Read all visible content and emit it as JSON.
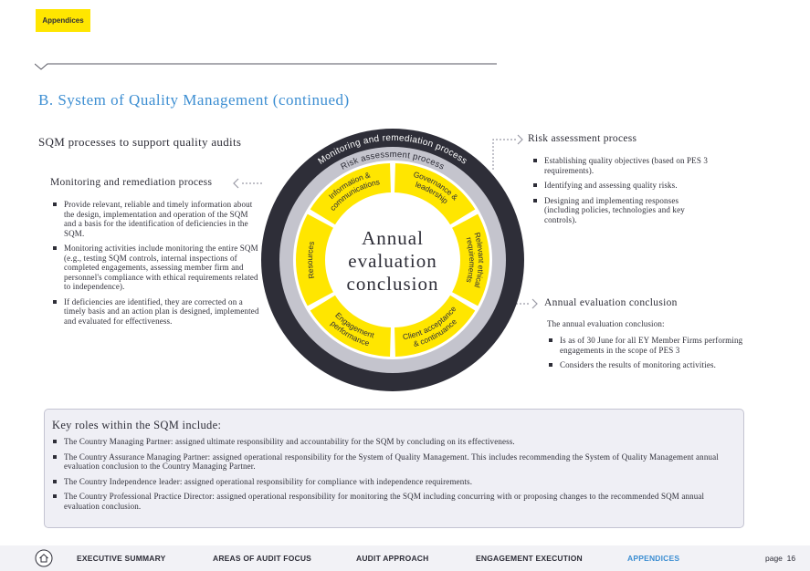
{
  "tag": "Appendices",
  "page_title": "B. System of Quality Management (continued)",
  "sqm_processes_title": "SQM processes to support quality audits",
  "monitoring": {
    "heading": "Monitoring and remediation process",
    "bullets": [
      "Provide relevant, reliable and timely information about the design, implementation and operation of the SQM and a basis for the identification of deficiencies in the SQM.",
      "Monitoring activities include monitoring the entire SQM (e.g., testing SQM controls, internal inspections of completed engagements, assessing member firm and personnel's compliance with ethical requirements related to independence).",
      "If deficiencies are identified, they are corrected on a timely basis and an action plan is designed, implemented and evaluated for effectiveness."
    ]
  },
  "risk_assessment": {
    "heading": "Risk assessment process",
    "bullets": [
      "Establishing quality objectives (based on PES 3 requirements).",
      "Identifying and assessing quality risks.",
      "Designing and implementing responses (including policies, technologies and key controls)."
    ]
  },
  "annual_conclusion": {
    "heading": "Annual evaluation conclusion",
    "intro": "The annual evaluation conclusion:",
    "bullets": [
      "Is as of 30 June for all EY Member Firms performing engagements in the scope of PES 3",
      "Considers the results of monitoring activities."
    ]
  },
  "wheel": {
    "outer_ring": "Monitoring and remediation process",
    "middle_ring": "Risk assessment process",
    "segments": [
      "Governance & leadership",
      "Relevant ethical requirements",
      "Client acceptance & continuance",
      "Engagement performance",
      "Resources",
      "Information & communications"
    ],
    "center": [
      "Annual",
      "evaluation",
      "conclusion"
    ],
    "colors": {
      "outer": "#2e2e38",
      "middle": "#c4c4cd",
      "inner": "#ffe600",
      "center": "#ffffff"
    }
  },
  "roles": {
    "heading": "Key roles within the SQM include:",
    "items": [
      "The Country Managing Partner: assigned ultimate responsibility and accountability for the SQM by concluding on its effectiveness.",
      "The Country Assurance Managing Partner: assigned operational responsibility for the System of Quality Management. This includes recommending the System of Quality Management annual evaluation conclusion to the Country Managing Partner.",
      "The Country Independence leader: assigned operational responsibility for compliance with independence requirements.",
      "The Country Professional Practice Director: assigned operational responsibility for monitoring the SQM including concurring with or proposing changes to the recommended SQM annual evaluation conclusion."
    ]
  },
  "footer": {
    "nav": [
      "EXECUTIVE SUMMARY",
      "AREAS OF AUDIT FOCUS",
      "AUDIT APPROACH",
      "ENGAGEMENT EXECUTION",
      "APPENDICES"
    ],
    "active": "APPENDICES",
    "page_label": "page",
    "page_number": "16"
  },
  "colors": {
    "accent": "#3c8ed2",
    "brand_yellow": "#ffe600",
    "dark": "#2e2e38"
  }
}
